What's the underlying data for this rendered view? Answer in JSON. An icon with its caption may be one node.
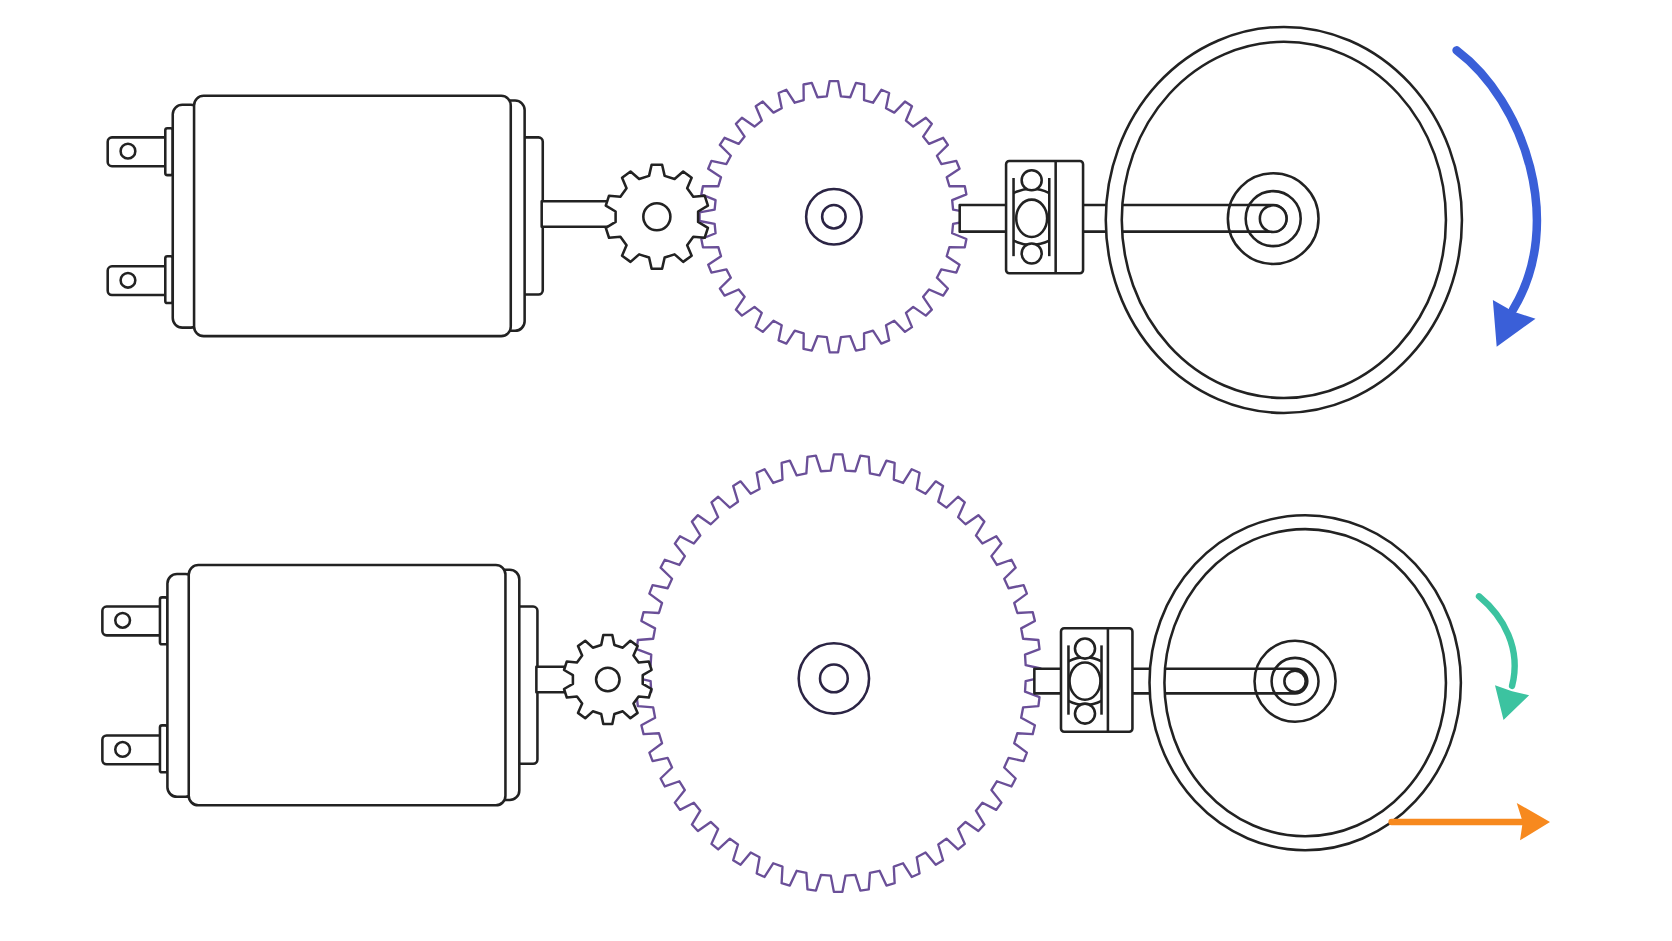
{
  "diagram": {
    "nodes": [
      {
        "text": [],
        "shape": "box"
      },
      {
        "text": [],
        "shape": "picture"
      },
      {
        "text": [],
        "shape": "picture"
      },
      {
        "text": [],
        "shape": "picture"
      },
      {
        "text": [],
        "shape": "picture"
      },
      {
        "text": [],
        "shape": "box"
      },
      {
        "text": [],
        "shape": "picture"
      },
      {
        "text": [],
        "shape": "picture"
      },
      {
        "text": [],
        "shape": "picture"
      },
      {
        "text": [],
        "shape": "picture"
      }
    ]
  }
}
